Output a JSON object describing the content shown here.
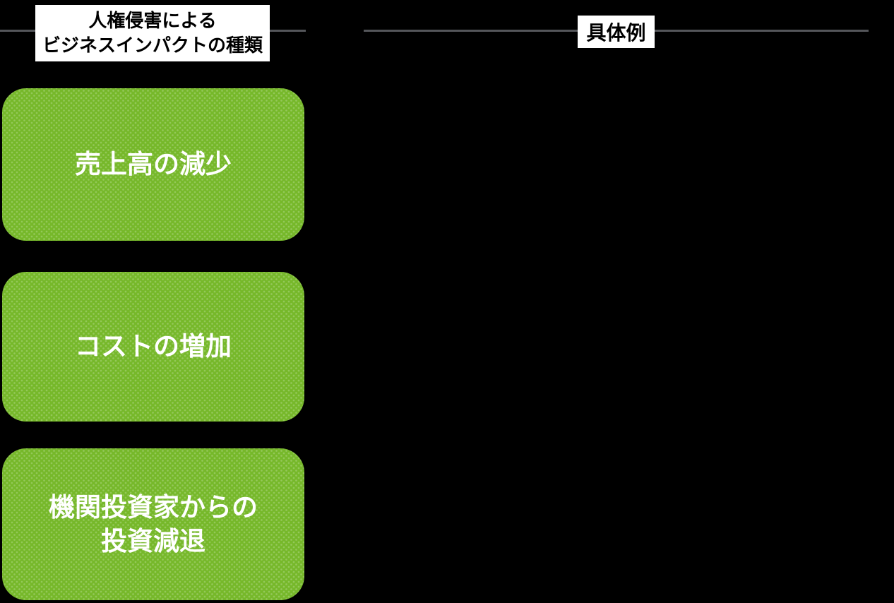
{
  "header": {
    "left_column_title": "人権侵害による\nビジネスインパクトの種類",
    "right_column_title": "具体例"
  },
  "impact_boxes": [
    {
      "label": "売上高の減少"
    },
    {
      "label": "コストの増加"
    },
    {
      "label": "機関投資家からの\n投資減退"
    }
  ],
  "colors": {
    "background": "#000000",
    "box_green": "#76b82a",
    "box_text": "#ffffff",
    "divider_line": "#54565a",
    "header_box_bg": "#ffffff",
    "header_text": "#000000"
  }
}
